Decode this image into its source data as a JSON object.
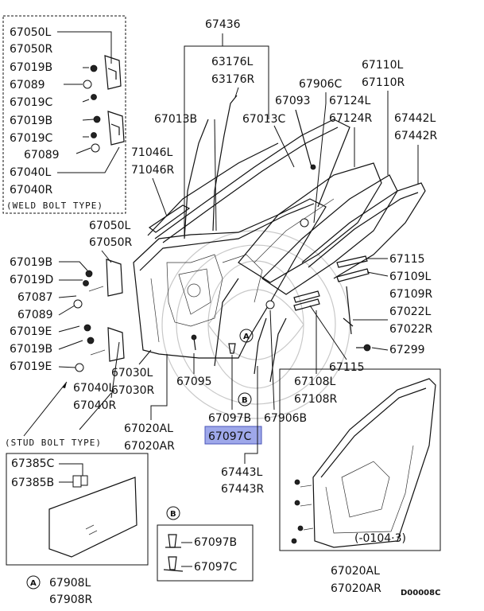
{
  "labels": {
    "l67436": "67436",
    "l63176L": "63176L",
    "l63176R": "63176R",
    "l67013B": "67013B",
    "l67013C": "67013C",
    "l67906C": "67906C",
    "l67093": "67093",
    "l67110L": "67110L",
    "l67110R": "67110R",
    "l67124L": "67124L",
    "l67124R": "67124R",
    "l67442L": "67442L",
    "l67442R": "67442R",
    "l71046L": "71046L",
    "l71046R": "71046R",
    "weld_67050L": "67050L",
    "weld_67050R": "67050R",
    "weld_67019B_1": "67019B",
    "weld_67089_1": "67089",
    "weld_67019C_1": "67019C",
    "weld_67019B_2": "67019B",
    "weld_67019C_2": "67019C",
    "weld_67089_2": "67089",
    "weld_67040L": "67040L",
    "weld_67040R": "67040R",
    "weld_type": "(WELD BOLT TYPE)",
    "stud_67050L": "67050L",
    "stud_67050R": "67050R",
    "stud_67019B_1": "67019B",
    "stud_67019D": "67019D",
    "stud_67087": "67087",
    "stud_67089": "67089",
    "stud_67019E_1": "67019E",
    "stud_67019B_2": "67019B",
    "stud_67019E_2": "67019E",
    "stud_67040L": "67040L",
    "stud_67040R": "67040R",
    "stud_type": "(STUD BOLT TYPE)",
    "l67115_1": "67115",
    "l67109L": "67109L",
    "l67109R": "67109R",
    "l67022L": "67022L",
    "l67022R": "67022R",
    "l67299": "67299",
    "l67115_2": "67115",
    "l67108L": "67108L",
    "l67108R": "67108R",
    "l67030L": "67030L",
    "l67030R": "67030R",
    "l67095": "67095",
    "l67097B": "67097B",
    "l67906B": "67906B",
    "l67097C": "67097C",
    "l67020AL": "67020AL",
    "l67020AR": "67020AR",
    "l67443L": "67443L",
    "l67443R": "67443R",
    "l67385C": "67385C",
    "l67385B": "67385B",
    "l67908L": "67908L",
    "l67908R": "67908R",
    "callout_A": "A",
    "callout_B": "B",
    "b_67097B": "67097B",
    "b_67097C": "67097C",
    "r_67020AL": "67020AL",
    "r_67020AR": "67020AR",
    "date_range": "(-0104·3)",
    "diagram_code": "D00008C"
  },
  "highlight_color": "#9ea8ea"
}
